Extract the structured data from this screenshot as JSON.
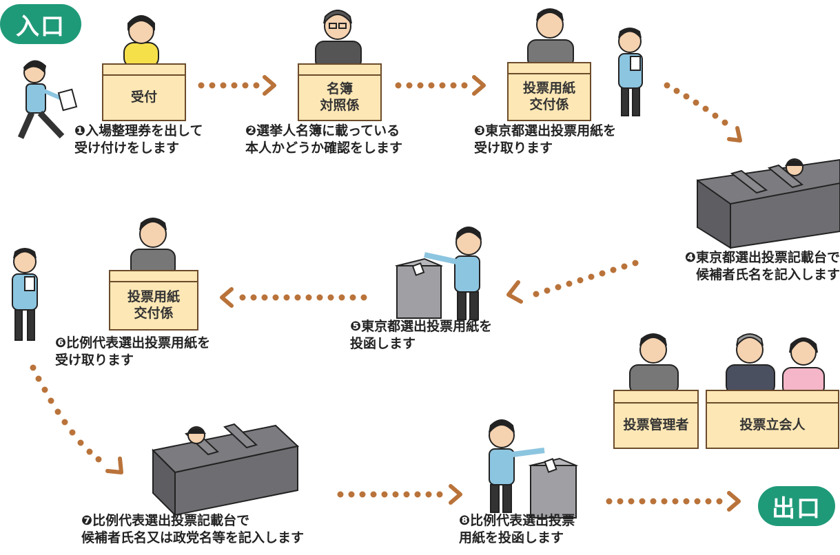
{
  "entrance": "入口",
  "exit": "出口",
  "steps": [
    {
      "box": "受付",
      "caption": "❶入場整理券を出して\n受け付けをします"
    },
    {
      "box": "名簿\n対照係",
      "caption": "❷選挙人名簿に載っている\n本人かどうか確認をします"
    },
    {
      "box": "投票用紙\n交付係",
      "caption": "❸東京都選出投票用紙を\n受け取ります"
    },
    {
      "caption": "❹東京都選出投票記載台で\n候補者氏名を記入します"
    },
    {
      "caption": "❺東京都選出投票用紙を\n投函します"
    },
    {
      "box": "投票用紙\n交付係",
      "caption": "❻比例代表選出投票用紙を\n受け取ります"
    },
    {
      "caption": "❼比例代表選出投票記載台で\n候補者氏名又は政党名等を記入します"
    },
    {
      "caption": "❽比例代表選出投票\n用紙を投函します"
    }
  ],
  "officials": {
    "manager": "投票管理者",
    "witness": "投票立会人"
  },
  "colors": {
    "accent_green": "#1f9a79",
    "arrow_orange": "#b9733a",
    "desk_fill": "#fde7b5",
    "booth_gray": "#6e6e72"
  }
}
